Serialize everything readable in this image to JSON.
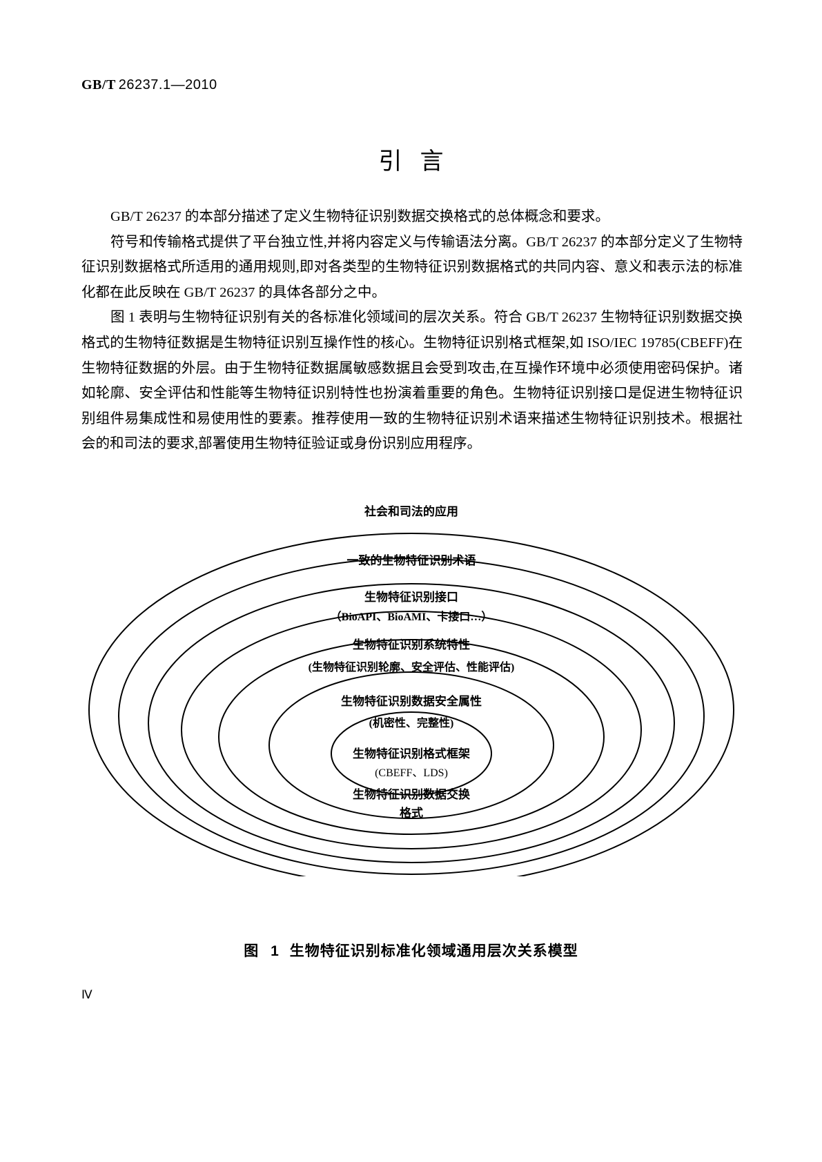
{
  "header": {
    "standard_prefix": "GB/T",
    "standard_number": "26237.1—2010"
  },
  "section": {
    "title": "引言"
  },
  "body": {
    "paragraphs": [
      "GB/T 26237 的本部分描述了定义生物特征识别数据交换格式的总体概念和要求。",
      "符号和传输格式提供了平台独立性,并将内容定义与传输语法分离。GB/T 26237 的本部分定义了生物特征识别数据格式所适用的通用规则,即对各类型的生物特征识别数据格式的共同内容、意义和表示法的标准化都在此反映在 GB/T 26237 的具体各部分之中。",
      "图 1 表明与生物特征识别有关的各标准化领域间的层次关系。符合 GB/T 26237 生物特征识别数据交换格式的生物特征数据是生物特征识别互操作性的核心。生物特征识别格式框架,如 ISO/IEC 19785(CBEFF)在生物特征数据的外层。由于生物特征数据属敏感数据且会受到攻击,在互操作环境中必须使用密码保护。诸如轮廓、安全评估和性能等生物特征识别特性也扮演着重要的角色。生物特征识别接口是促进生物特征识别组件易集成性和易使用性的要素。推荐使用一致的生物特征识别术语来描述生物特征识别技术。根据社会的和司法的要求,部署使用生物特征验证或身份识别应用程序。"
    ]
  },
  "figure": {
    "caption_number": "图 1",
    "caption_text": "生物特征识别标准化领域通用层次关系模型",
    "layers": [
      {
        "id": "layer-societal",
        "line1": "社会和司法的应用",
        "line2": ""
      },
      {
        "id": "layer-terminology",
        "line1": "一致的生物特征识别术语",
        "line2": ""
      },
      {
        "id": "layer-interfaces",
        "line1": "生物特征识别接口",
        "line2": "（BioAPI、BioAMI、卡接口…）"
      },
      {
        "id": "layer-system-properties",
        "line1": "生物特征识别系统特性",
        "line2": "(生物特征识别轮廓、安全评估、性能评估)"
      },
      {
        "id": "layer-data-security",
        "line1": "生物特征识别数据安全属性",
        "line2": "(机密性、完整性)"
      },
      {
        "id": "layer-format-framework",
        "line1": "生物特征识别格式框架",
        "line2": "(CBEFF、LDS)"
      },
      {
        "id": "layer-data-interchange",
        "line1": "生物特征识别数据交换",
        "line2": "格式"
      }
    ]
  },
  "footer": {
    "page_number": "Ⅳ"
  },
  "colors": {
    "ink": "#000000",
    "paper": "#ffffff"
  }
}
